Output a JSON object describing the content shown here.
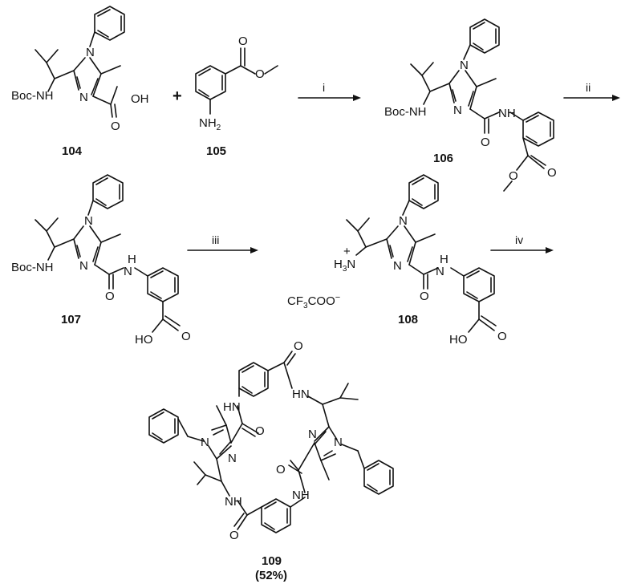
{
  "scheme": {
    "compounds": [
      {
        "id": "104"
      },
      {
        "id": "105"
      },
      {
        "id": "106"
      },
      {
        "id": "107"
      },
      {
        "id": "108"
      },
      {
        "id": "109",
        "yield": "(52%)"
      }
    ],
    "reagents": [
      "i",
      "ii",
      "iii",
      "iv"
    ],
    "plus_sign": "+",
    "atom_labels": {
      "boc_nh": "Boc-NH",
      "oh": "OH",
      "ho": "HO",
      "n": "N",
      "nh": "NH",
      "hn": "HN",
      "h": "H",
      "o": "O",
      "nh2": "NH",
      "nh2_sub": "2",
      "h3n_sup": "+",
      "h3n": "H",
      "h3n_sub": "3",
      "h3n_n": "N",
      "cf3coo_cf": "CF",
      "cf3coo_sub": "3",
      "cf3coo_coo": "COO",
      "cf3coo_sup": "−"
    }
  }
}
